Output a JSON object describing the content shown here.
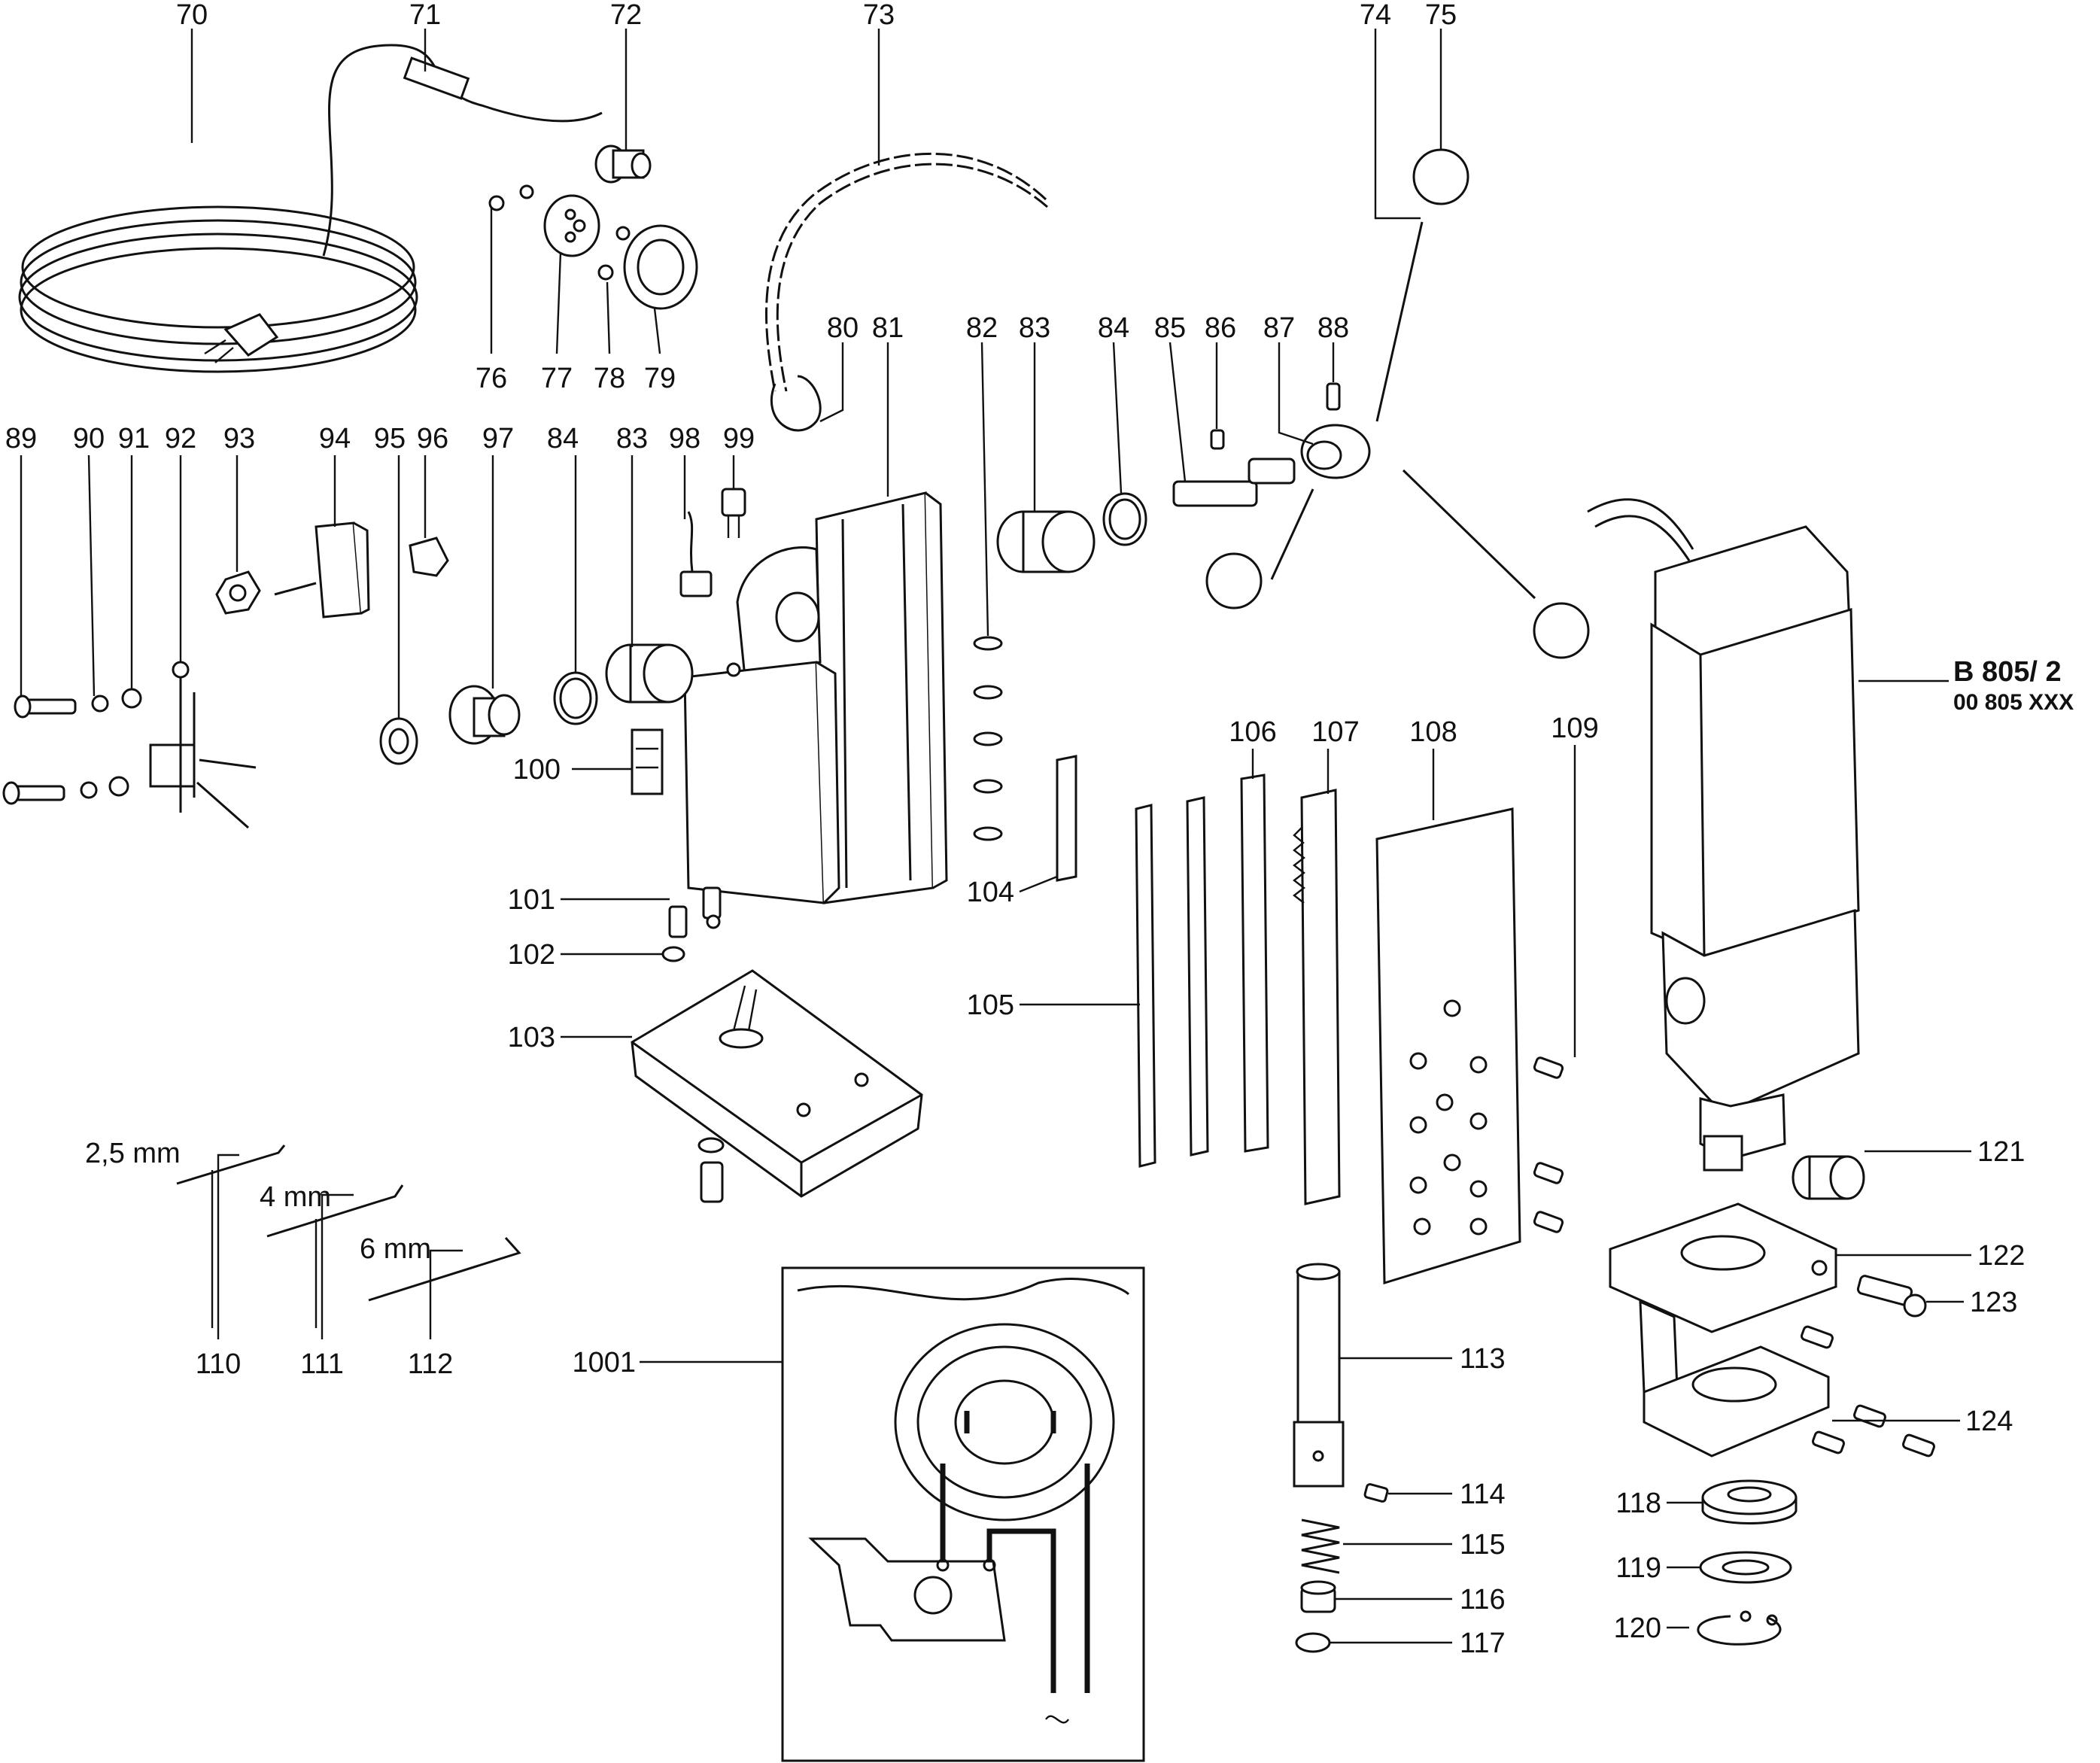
{
  "callouts": {
    "c70": "70",
    "c71": "71",
    "c72": "72",
    "c73": "73",
    "c74": "74",
    "c75": "75",
    "c76": "76",
    "c77": "77",
    "c78": "78",
    "c79": "79",
    "c80": "80",
    "c81": "81",
    "c82": "82",
    "c83a": "83",
    "c84a": "84",
    "c85": "85",
    "c86": "86",
    "c87": "87",
    "c88": "88",
    "c89": "89",
    "c90": "90",
    "c91": "91",
    "c92": "92",
    "c93": "93",
    "c94": "94",
    "c95": "95",
    "c96": "96",
    "c97": "97",
    "c84b": "84",
    "c83b": "83",
    "c98": "98",
    "c99": "99",
    "c100": "100",
    "c101": "101",
    "c102": "102",
    "c103": "103",
    "c104": "104",
    "c105": "105",
    "c106": "106",
    "c107": "107",
    "c108": "108",
    "c109": "109",
    "c110": "110",
    "c111": "111",
    "c112": "112",
    "c113": "113",
    "c114": "114",
    "c115": "115",
    "c116": "116",
    "c117": "117",
    "c118": "118",
    "c119": "119",
    "c120": "120",
    "c121": "121",
    "c122": "122",
    "c123": "123",
    "c124": "124",
    "c1001": "1001"
  },
  "hex_keys": {
    "k25": "2,5 mm",
    "k4": "4 mm",
    "k6": "6 mm"
  },
  "model": {
    "name": "B 805/ 2",
    "number": "00 805  XXX"
  },
  "colors": {
    "ink": "#111111",
    "paper": "#ffffff"
  }
}
